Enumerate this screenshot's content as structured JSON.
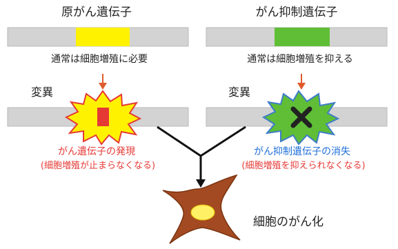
{
  "left": {
    "title": "原がん遺伝子",
    "description": "通常は細胞増殖に必要",
    "mutation_label": "変異",
    "result_main": "がん遺伝子の発現",
    "result_sub": "(細胞増殖が止まらなくなる)"
  },
  "right": {
    "title": "がん抑制遺伝子",
    "description": "通常は細胞増殖を抑える",
    "mutation_label": "変異",
    "result_main": "がん抑制遺伝子の消失",
    "result_sub": "(細胞増殖を抑えられなくなる)"
  },
  "outcome": {
    "label": "細胞のがん化"
  },
  "colors": {
    "bar_gray": "#d3d3d3",
    "oncogene_yellow": "#fff200",
    "suppressor_green": "#5fbe36",
    "mutation_red": "#e53935",
    "arrow_red": "#e05a2b",
    "burst_blue": "#3d7cc9",
    "cell_brown": "#a34a22",
    "nucleus_yellow": "#fff066",
    "text_red": "#e53935",
    "text_blue": "#1e6fd9"
  },
  "icons": {
    "mutation_mark": "x-mark-icon",
    "burst": "starburst-icon",
    "cell": "cell-icon"
  }
}
